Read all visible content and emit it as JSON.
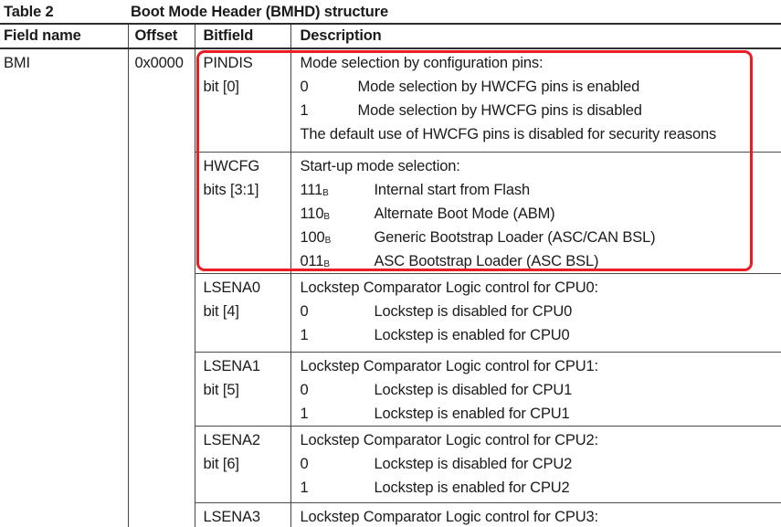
{
  "caption": {
    "label": "Table 2",
    "title": "Boot Mode Header (BMHD) structure"
  },
  "table": {
    "columns": [
      "Field name",
      "Offset",
      "Bitfield",
      "Description"
    ],
    "rows": [
      {
        "field": "BMI",
        "offset": "0x0000",
        "bitfields": [
          {
            "name": "PINDIS",
            "bits": "bit [0]",
            "highlighted": true,
            "desc": [
              {
                "text": "Mode selection by configuration pins:"
              },
              {
                "value": "0",
                "text": "Mode selection by HWCFG pins is enabled"
              },
              {
                "value": "1",
                "text": "Mode selection by HWCFG pins is disabled"
              },
              {
                "text": "The default use of HWCFG pins is disabled for security reasons"
              }
            ]
          },
          {
            "name": "HWCFG",
            "bits": "bits [3:1]",
            "highlighted": true,
            "desc": [
              {
                "text": "Start-up mode selection:"
              },
              {
                "value": "111",
                "value_sub": "B",
                "text": "Internal start from Flash"
              },
              {
                "value": "110",
                "value_sub": "B",
                "text": "Alternate Boot Mode (ABM)"
              },
              {
                "value": "100",
                "value_sub": "B",
                "text": "Generic Bootstrap Loader (ASC/CAN BSL)"
              },
              {
                "value": "011",
                "value_sub": "B",
                "text": "ASC Bootstrap Loader (ASC BSL)"
              }
            ]
          },
          {
            "name": "LSENA0",
            "bits": "bit [4]",
            "highlighted": false,
            "desc": [
              {
                "text": "Lockstep Comparator Logic control for CPU0:"
              },
              {
                "value": "0",
                "text": "Lockstep is disabled for CPU0"
              },
              {
                "value": "1",
                "text": "Lockstep is enabled for CPU0"
              }
            ]
          },
          {
            "name": "LSENA1",
            "bits": "bit [5]",
            "highlighted": false,
            "desc": [
              {
                "text": "Lockstep Comparator Logic control for CPU1:"
              },
              {
                "value": "0",
                "text": "Lockstep is disabled for CPU1"
              },
              {
                "value": "1",
                "text": "Lockstep is enabled for CPU1"
              }
            ]
          },
          {
            "name": "LSENA2",
            "bits": "bit [6]",
            "highlighted": false,
            "desc": [
              {
                "text": "Lockstep Comparator Logic control for CPU2:"
              },
              {
                "value": "0",
                "text": "Lockstep is disabled for CPU2"
              },
              {
                "value": "1",
                "text": "Lockstep is enabled for CPU2"
              }
            ]
          },
          {
            "name": "LSENA3",
            "bits": "",
            "highlighted": false,
            "desc": [
              {
                "text": "Lockstep Comparator Logic control for CPU3:"
              }
            ]
          }
        ]
      }
    ]
  },
  "highlight": {
    "color": "#ec1c24"
  }
}
